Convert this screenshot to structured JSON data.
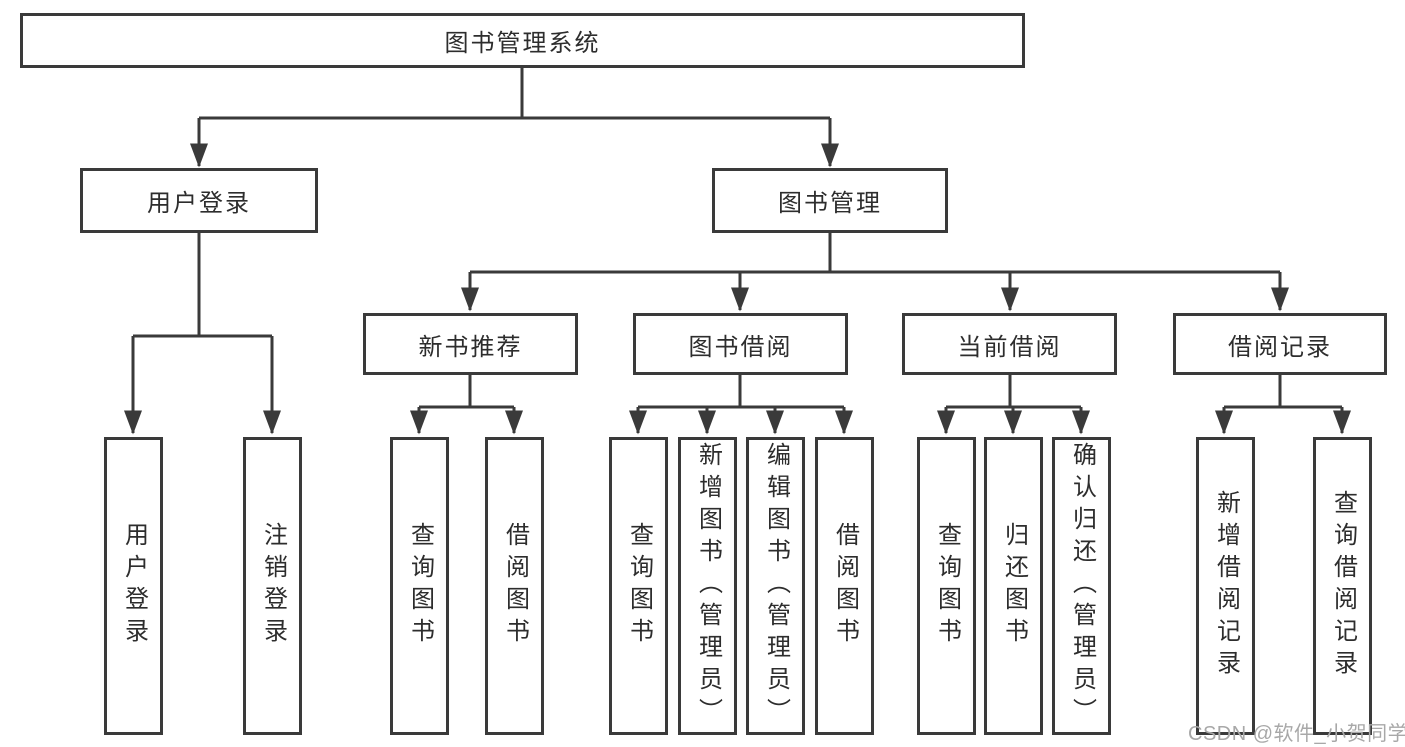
{
  "diagram": {
    "root_label": "图书管理系统",
    "level2_labels": [
      "用户登录",
      "图书管理"
    ],
    "level3_labels": [
      "新书推荐",
      "图书借阅",
      "当前借阅",
      "借阅记录"
    ],
    "leaf_labels": {
      "user_login": [
        "用户登录",
        "注销登录"
      ],
      "new_book_recommend": [
        "查询图书",
        "借阅图书"
      ],
      "book_borrowing": [
        "查询图书",
        "新增图书（管理员）",
        "编辑图书（管理员）",
        "借阅图书"
      ],
      "current_borrowing": [
        "查询图书",
        "归还图书",
        "确认归还（管理员）"
      ],
      "borrowing_records": [
        "新增借阅记录",
        "查询借阅记录"
      ]
    }
  },
  "watermark": {
    "text": "CSDN @软件_小贺同学"
  },
  "colors": {
    "line": "#3a3a3a",
    "box_border": "#3a3a3a",
    "text": "#2d2d2d",
    "watermark": "#a8a8a8",
    "background": "#ffffff"
  }
}
